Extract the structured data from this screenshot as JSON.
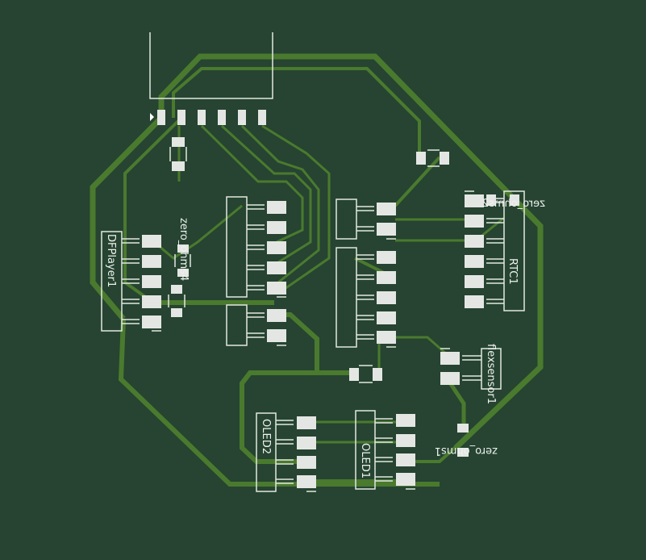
{
  "board": {
    "background_color": "#264431",
    "trace_color": "#4a7a2e",
    "silkscreen_color": "#e2e8e0",
    "pad_color": "#e4e6e4"
  },
  "components": {
    "dfplayer": {
      "label": "DFPlayer1",
      "pins": 5
    },
    "zero_ohms_4": {
      "label": "zero_ohms4"
    },
    "zero_ohms_2": {
      "label": "zero_ohms2"
    },
    "zero_ohms_1": {
      "label": "zero_ohms1"
    },
    "rtc": {
      "label": "RTC1",
      "pins": 6
    },
    "flexsensor": {
      "label": "flexsensor1",
      "pins": 2
    },
    "oled1": {
      "label": "OLED1",
      "pins": 4
    },
    "oled2": {
      "label": "OLED2",
      "pins": 4
    },
    "header_top": {
      "pins": 6
    },
    "header_left_a": {
      "pins": 5
    },
    "header_left_b": {
      "pins": 2
    },
    "header_right_a": {
      "pins": 2
    },
    "header_right_b": {
      "pins": 5
    }
  }
}
